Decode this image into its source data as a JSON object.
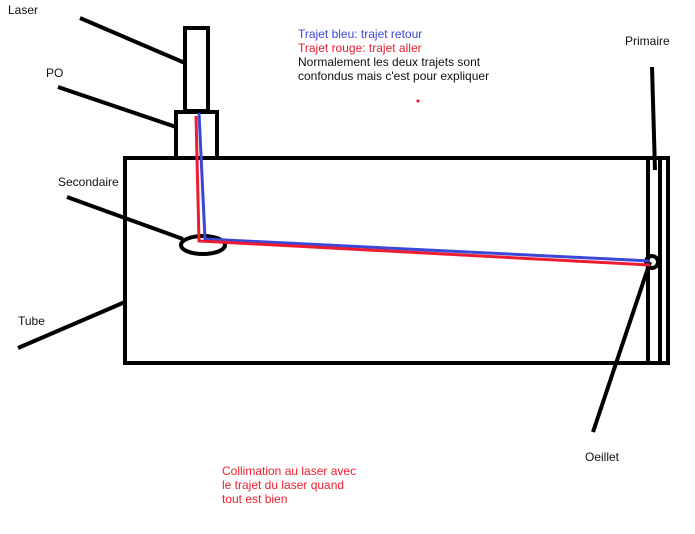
{
  "labels": {
    "laser": "Laser",
    "po": "PO",
    "secondaire": "Secondaire",
    "tube": "Tube",
    "primaire": "Primaire",
    "oeillet": "Oeillet"
  },
  "legend": {
    "blue_line": "Trajet bleu: trajet retour",
    "red_line": "Trajet rouge: trajet aller",
    "note_line1": "Normalement les deux trajets sont",
    "note_line2": "confondus mais c'est pour expliquer"
  },
  "caption": {
    "line1": "Collimation au laser avec",
    "line2": "le trajet du laser quand",
    "line3": "tout est bien"
  },
  "colors": {
    "blue": "#3b48d6",
    "red": "#ee1c2e",
    "ink": "#000000"
  }
}
